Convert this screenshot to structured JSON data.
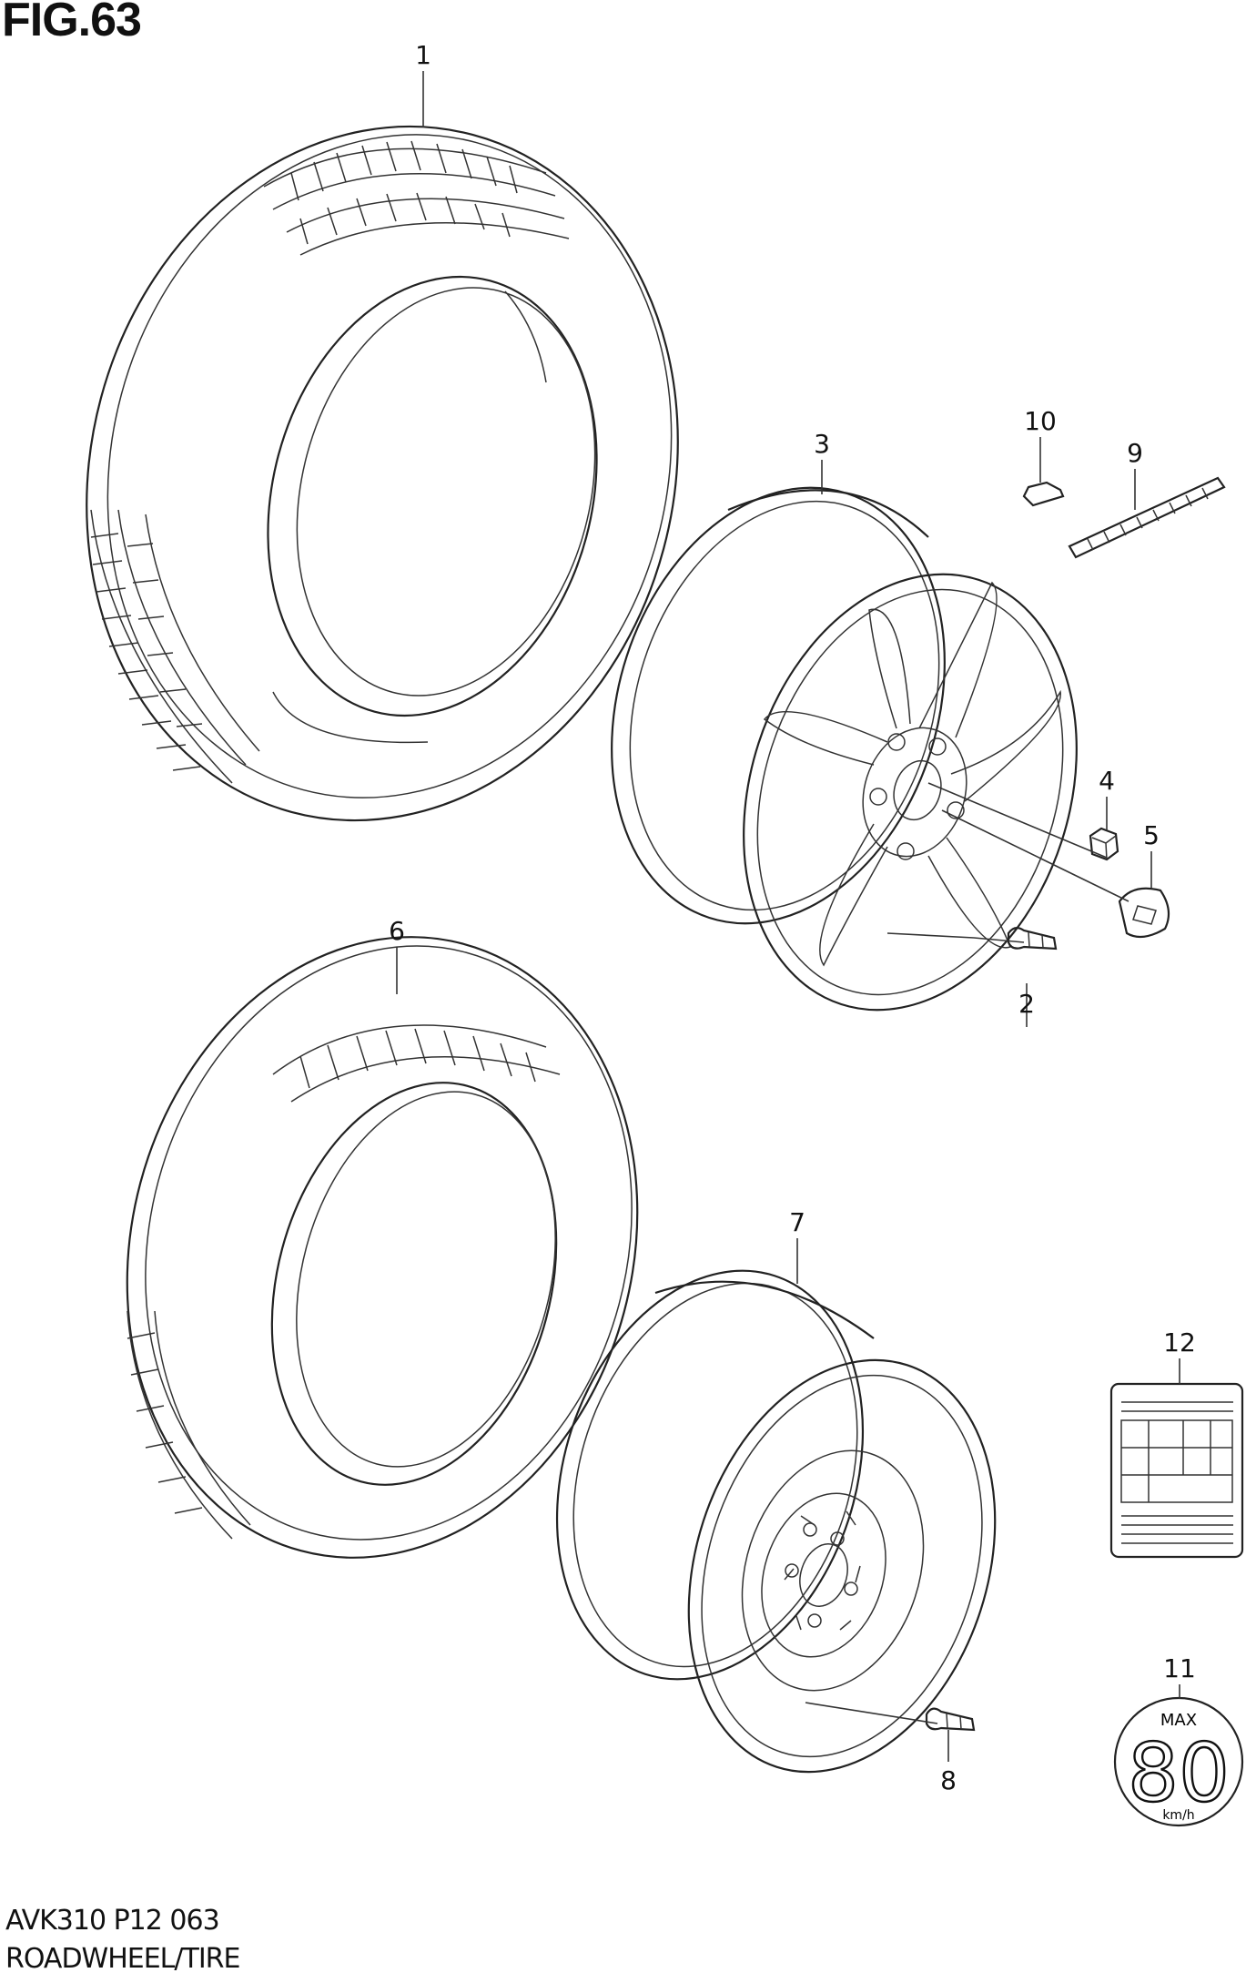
{
  "figure_title": "FIG.63",
  "footer": {
    "code": "AVK310 P12 063",
    "caption": "ROADWHEEL/TIRE"
  },
  "callouts": [
    "1",
    "2",
    "3",
    "4",
    "5",
    "6",
    "7",
    "8",
    "9",
    "10",
    "11",
    "12"
  ],
  "speed_label": {
    "max_text": "MAX",
    "value": "80",
    "unit": "km/h"
  }
}
